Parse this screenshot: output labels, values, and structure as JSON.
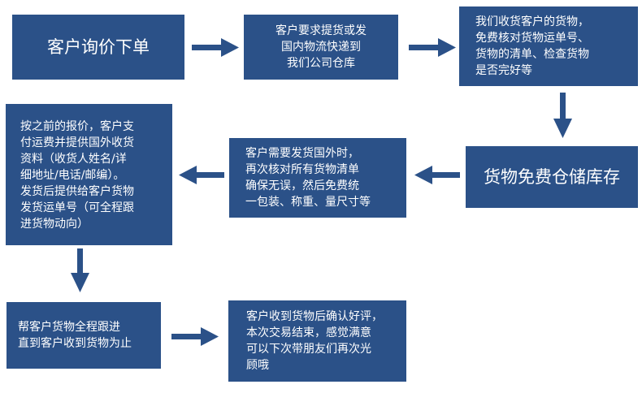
{
  "colors": {
    "box_fill": "#2b5188",
    "arrow": "#2b5188",
    "text": "#ffffff"
  },
  "steps": [
    {
      "id": "step-1",
      "text": "客户询价下单"
    },
    {
      "id": "step-2",
      "text": "客户要求提货或发\n国内物流快递到\n我们公司仓库"
    },
    {
      "id": "step-3",
      "text": "我们收货客户的货物，\n免费核对货物运单号、\n货物的清单、检查货物\n是否完好等"
    },
    {
      "id": "step-4",
      "text": "货物免费仓储库存"
    },
    {
      "id": "step-5",
      "text": "客户需要发货国外时，\n再次核对所有货物清单\n确保无误，然后免费统\n一包装、称重、量尺寸等"
    },
    {
      "id": "step-6",
      "text": "按之前的报价，客户支\n付运费并提供国外收货\n资料（收货人姓名/详\n细地址/电话/邮编）。\n发货后提供给客户货物\n发货运单号（可全程跟\n进货物动向）"
    },
    {
      "id": "step-7",
      "text": "帮客户货物全程跟进\n直到客户收到货物为止"
    },
    {
      "id": "step-8",
      "text": "客户收到货物后确认好评，\n本次交易结束，感觉满意\n可以下次带朋友们再次光\n顾哦"
    }
  ]
}
